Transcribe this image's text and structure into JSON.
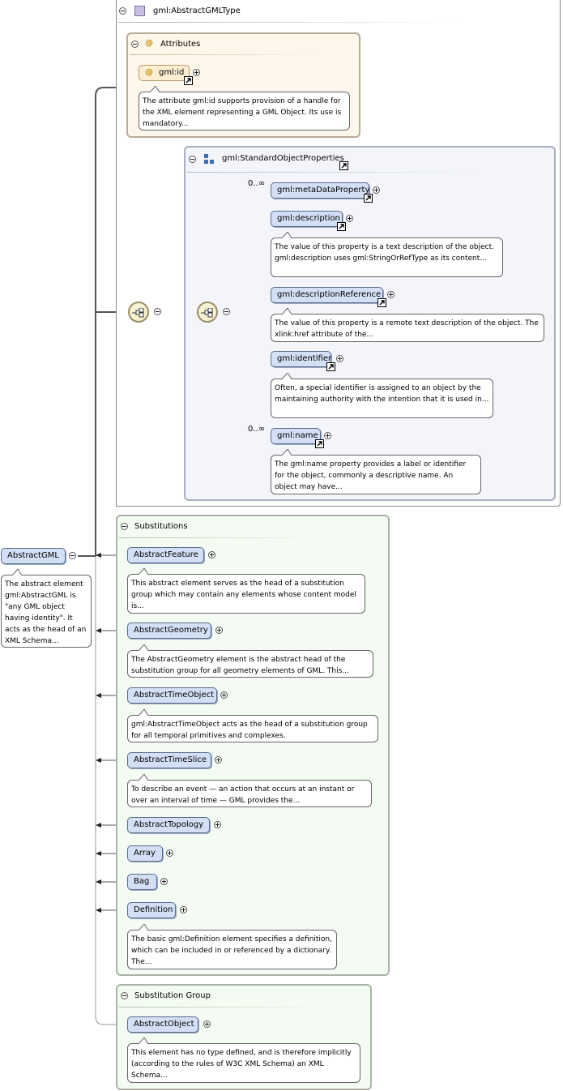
{
  "type": {
    "name": "gml:AbstractGMLType",
    "attributes": {
      "label": "Attributes",
      "id": {
        "name": "gml:id",
        "description": "The attribute gml:id supports provision of a handle for the XML element representing a GML Object. Its use is mandatory..."
      }
    },
    "group": {
      "name": "gml:StandardObjectProperties",
      "elements": [
        {
          "name": "gml:metaDataProperty",
          "cardinality": "0..∞"
        },
        {
          "name": "gml:description",
          "description": "The value of this property is a text description of the object. gml:description uses gml:StringOrRefType as its content..."
        },
        {
          "name": "gml:descriptionReference",
          "description": "The value of this property is a remote text description of the object. The xlink:href attribute of the..."
        },
        {
          "name": "gml:identifier",
          "description": "Often, a special identifier is assigned to an object by the maintaining authority with the intention that it is used in..."
        },
        {
          "name": "gml:name",
          "cardinality": "0..∞",
          "description": "The gml:name property provides a label or identifier for the object, commonly a descriptive name. An object may have..."
        }
      ]
    }
  },
  "root": {
    "name": "AbstractGML",
    "description": "The abstract element gml:AbstractGML is \"any GML object having identity\". It acts as the head of an XML Schema..."
  },
  "substitutions": {
    "label": "Substitutions",
    "items": [
      {
        "name": "AbstractFeature",
        "description": "This abstract element serves as the head of a substitution group which may contain any elements whose content model is..."
      },
      {
        "name": "AbstractGeometry",
        "description": "The AbstractGeometry element is the abstract head of the substitution group for all geometry elements of GML. This..."
      },
      {
        "name": "AbstractTimeObject",
        "description": "gml:AbstractTimeObject acts as the head of a substitution group for all temporal primitives and complexes."
      },
      {
        "name": "AbstractTimeSlice",
        "description": "To describe an event — an action that occurs at an instant or over an interval of time — GML provides the..."
      },
      {
        "name": "AbstractTopology"
      },
      {
        "name": "Array"
      },
      {
        "name": "Bag"
      },
      {
        "name": "Definition",
        "description": "The basic gml:Definition element specifies a definition, which can be included in or referenced by a dictionary. The..."
      }
    ]
  },
  "substitution_group": {
    "label": "Substitution Group",
    "item": {
      "name": "AbstractObject",
      "description": "This element has no type defined, and is therefore implicitly (according to the rules of W3C XML Schema) an XML Schema..."
    }
  },
  "colors": {
    "element_fill": "#d3dff4",
    "attribute_fill": "#fbeed3",
    "substitutions_fill": "#f4fbf2",
    "group_fill": "#f3f5fa"
  }
}
